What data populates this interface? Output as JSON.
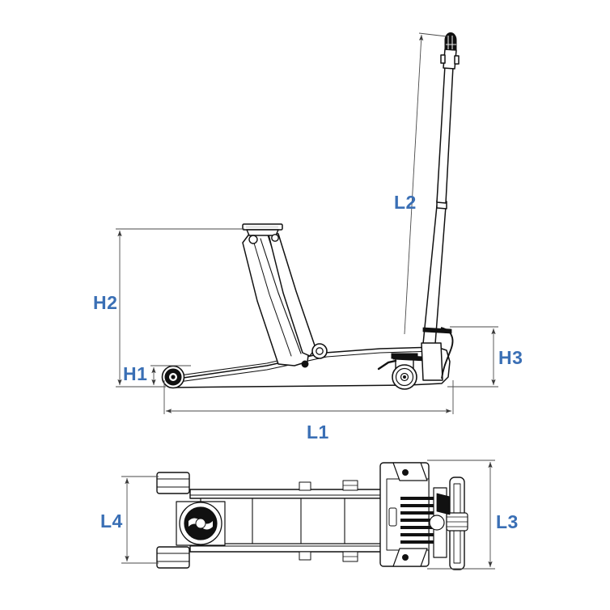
{
  "drawing": {
    "title": "Floor jack dimensioned engineering drawing",
    "background_color": "#ffffff",
    "line_color": "#1a1a1a",
    "dimension_line_color": "#4a4a4a",
    "label_color": "#3a6fb5",
    "views": [
      {
        "name": "side-elevation-view",
        "description": "Side elevation of low profile service floor jack with raised handle"
      },
      {
        "name": "plan-top-view",
        "description": "Top plan view of floor jack chassis with wheels and handle yoke"
      }
    ]
  },
  "dimensions": {
    "h1": {
      "label": "H1",
      "name": "minimum-height",
      "orientation": "vertical",
      "view": "side-elevation-view"
    },
    "h2": {
      "label": "H2",
      "name": "maximum-lift-height",
      "orientation": "vertical",
      "view": "side-elevation-view"
    },
    "h3": {
      "label": "H3",
      "name": "handle-socket-height",
      "orientation": "vertical",
      "view": "side-elevation-view"
    },
    "l1": {
      "label": "L1",
      "name": "overall-length",
      "orientation": "horizontal",
      "view": "side-elevation-view"
    },
    "l2": {
      "label": "L2",
      "name": "handle-length",
      "orientation": "diagonal",
      "view": "side-elevation-view"
    },
    "l3": {
      "label": "L3",
      "name": "rear-width",
      "orientation": "vertical",
      "view": "plan-top-view"
    },
    "l4": {
      "label": "L4",
      "name": "front-track-width",
      "orientation": "vertical",
      "view": "plan-top-view"
    }
  }
}
